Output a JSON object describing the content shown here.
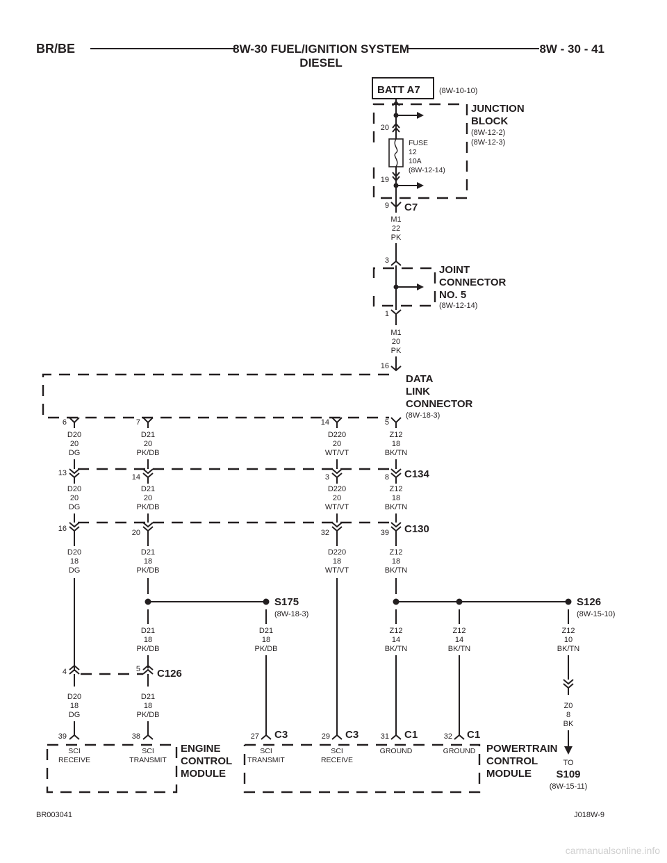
{
  "header": {
    "model": "BR/BE",
    "title": "8W-30 FUEL/IGNITION SYSTEM",
    "subtitle": "DIESEL",
    "page": "8W - 30 - 41"
  },
  "batt": {
    "label": "BATT A7",
    "ref": "(8W-10-10)"
  },
  "junction_block": {
    "name_1": "JUNCTION",
    "name_2": "BLOCK",
    "ref_1": "(8W-12-2)",
    "ref_2": "(8W-12-3)",
    "pin_in": "20",
    "pin_out": "19",
    "fuse": [
      "FUSE",
      "12",
      "10A",
      "(8W-12-14)"
    ]
  },
  "c7": {
    "pin": "9",
    "name": "C7",
    "wire": [
      "M1",
      "22",
      "PK"
    ]
  },
  "joint_connector": {
    "pin_in": "3",
    "pin_out": "1",
    "name": [
      "JOINT",
      "CONNECTOR",
      "NO. 5"
    ],
    "ref": "(8W-12-14)",
    "wire": [
      "M1",
      "20",
      "PK"
    ]
  },
  "dlc": {
    "pin_top": "16",
    "name": [
      "DATA",
      "LINK",
      "CONNECTOR"
    ],
    "ref": "(8W-18-3)",
    "pins": [
      "6",
      "7",
      "14",
      "5"
    ],
    "wires": [
      [
        "D20",
        "20",
        "DG"
      ],
      [
        "D21",
        "20",
        "PK/DB"
      ],
      [
        "D220",
        "20",
        "WT/VT"
      ],
      [
        "Z12",
        "18",
        "BK/TN"
      ]
    ]
  },
  "c134": {
    "name": "C134",
    "pins": [
      "13",
      "14",
      "3",
      "8"
    ],
    "wires": [
      [
        "D20",
        "20",
        "DG"
      ],
      [
        "D21",
        "20",
        "PK/DB"
      ],
      [
        "D220",
        "20",
        "WT/VT"
      ],
      [
        "Z12",
        "18",
        "BK/TN"
      ]
    ]
  },
  "c130": {
    "name": "C130",
    "pins": [
      "16",
      "20",
      "32",
      "39"
    ],
    "wires": [
      [
        "D20",
        "18",
        "DG"
      ],
      [
        "D21",
        "18",
        "PK/DB"
      ],
      [
        "D220",
        "18",
        "WT/VT"
      ],
      [
        "Z12",
        "18",
        "BK/TN"
      ]
    ]
  },
  "s175": {
    "name": "S175",
    "ref": "(8W-18-3)",
    "wires": [
      [
        "D21",
        "18",
        "PK/DB"
      ],
      [
        "D21",
        "18",
        "PK/DB"
      ]
    ]
  },
  "s126": {
    "name": "S126",
    "ref": "(8W-15-10)",
    "wires": [
      [
        "Z12",
        "14",
        "BK/TN"
      ],
      [
        "Z12",
        "14",
        "BK/TN"
      ],
      [
        "Z12",
        "10",
        "BK/TN"
      ]
    ],
    "ground_wire": [
      "Z0",
      "8",
      "BK"
    ]
  },
  "c126": {
    "name": "C126",
    "pins": [
      "4",
      "5"
    ],
    "wires": [
      [
        "D20",
        "18",
        "DG"
      ],
      [
        "D21",
        "18",
        "PK/DB"
      ]
    ]
  },
  "ecm": {
    "name": [
      "ENGINE",
      "CONTROL",
      "MODULE"
    ],
    "pins": [
      "39",
      "38"
    ],
    "pin_labels": [
      [
        "SCI",
        "RECEIVE"
      ],
      [
        "SCI",
        "TRANSMIT"
      ]
    ]
  },
  "pcm": {
    "name": [
      "POWERTRAIN",
      "CONTROL",
      "MODULE"
    ],
    "pins": [
      "27",
      "29",
      "31",
      "32"
    ],
    "connectors": [
      "C3",
      "C3",
      "C1",
      "C1"
    ],
    "pin_labels": [
      [
        "SCI",
        "TRANSMIT"
      ],
      [
        "SCI",
        "RECEIVE"
      ],
      [
        "GROUND"
      ],
      [
        "GROUND"
      ]
    ]
  },
  "ground": {
    "to": "TO",
    "splice": "S109",
    "ref": "(8W-15-11)"
  },
  "footer": {
    "left": "BR003041",
    "right": "J018W-9"
  },
  "watermark": "carmanualsonline.info"
}
